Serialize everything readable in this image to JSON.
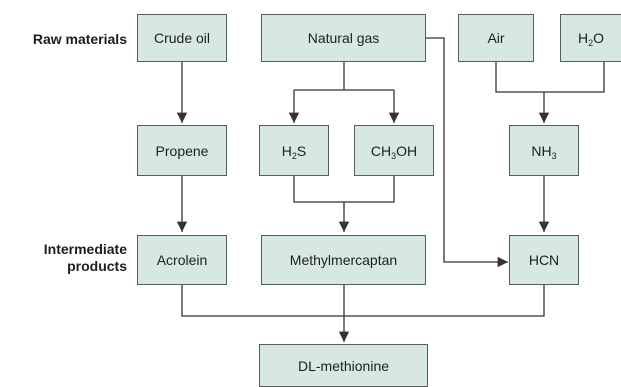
{
  "labels": {
    "raw_materials": "Raw materials",
    "intermediate_line1": "Intermediate",
    "intermediate_line2": "products"
  },
  "nodes": {
    "crude_oil": "Crude oil",
    "natural_gas": "Natural gas",
    "air": "Air",
    "water": {
      "base": "H",
      "sub": "2",
      "rest": "O"
    },
    "propene": "Propene",
    "h2s": {
      "base": "H",
      "sub": "2",
      "rest": "S"
    },
    "ch3oh": {
      "base": "CH",
      "sub": "3",
      "rest": "OH"
    },
    "nh3": {
      "base": "NH",
      "sub": "3",
      "rest": ""
    },
    "acrolein": "Acrolein",
    "methylmercaptan": "Methylmercaptan",
    "hcn": "HCN",
    "dl_methionine": "DL-methionine"
  },
  "colors": {
    "box_fill": "#d6e8df",
    "box_border": "#555e5a",
    "line": "#333333"
  }
}
